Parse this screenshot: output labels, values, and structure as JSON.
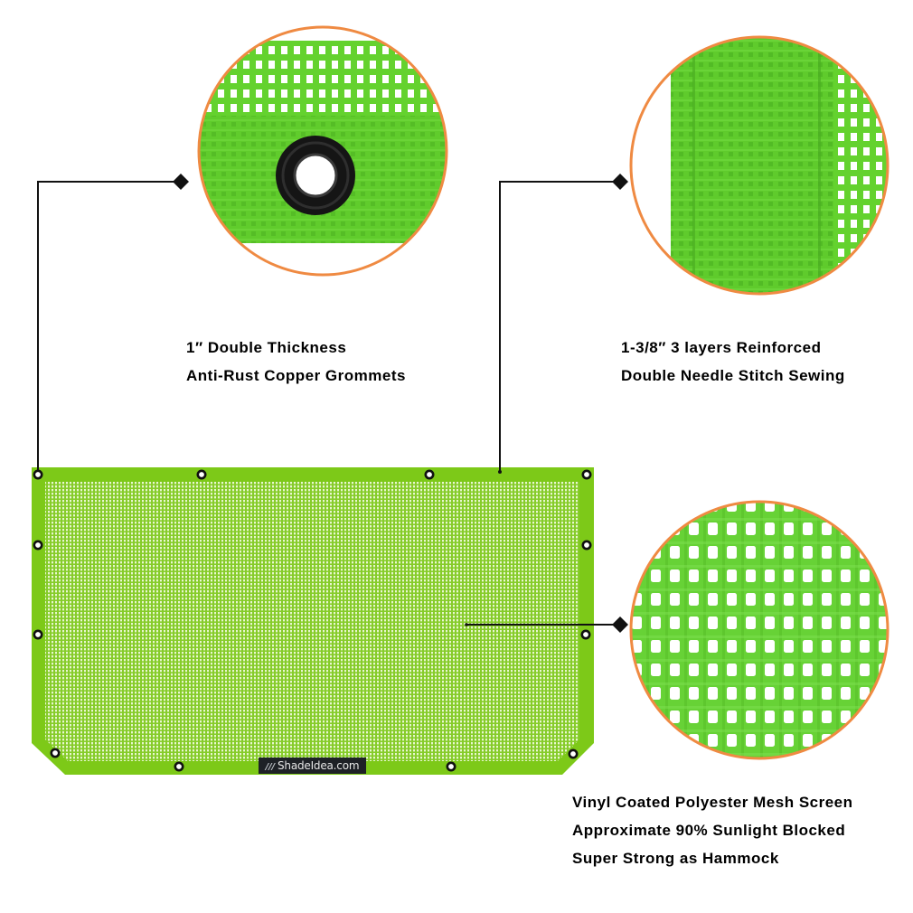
{
  "product": {
    "brand_watermark": "ShadeIdea.com",
    "brand_logo_glyph": "///",
    "colors": {
      "panel_green": "#7dc918",
      "mesh_light": "#c8ea8e",
      "zoom_green": "#6fd63a",
      "circle_border": "#ef8a42",
      "grommet": "#111111",
      "callout_line": "#111111"
    },
    "grommets_count": 12
  },
  "callouts": [
    {
      "id": "grommets",
      "icon": "grommet-closeup",
      "lines": [
        "1″ Double Thickness",
        "Anti-Rust Copper Grommets"
      ]
    },
    {
      "id": "stitching",
      "icon": "stitched-hem-closeup",
      "lines": [
        "1-3/8″ 3 layers Reinforced",
        "Double Needle Stitch Sewing"
      ]
    },
    {
      "id": "mesh",
      "icon": "mesh-weave-closeup",
      "lines": [
        "Vinyl Coated Polyester Mesh Screen",
        "Approximate 90% Sunlight Blocked",
        "Super Strong as Hammock"
      ]
    }
  ]
}
